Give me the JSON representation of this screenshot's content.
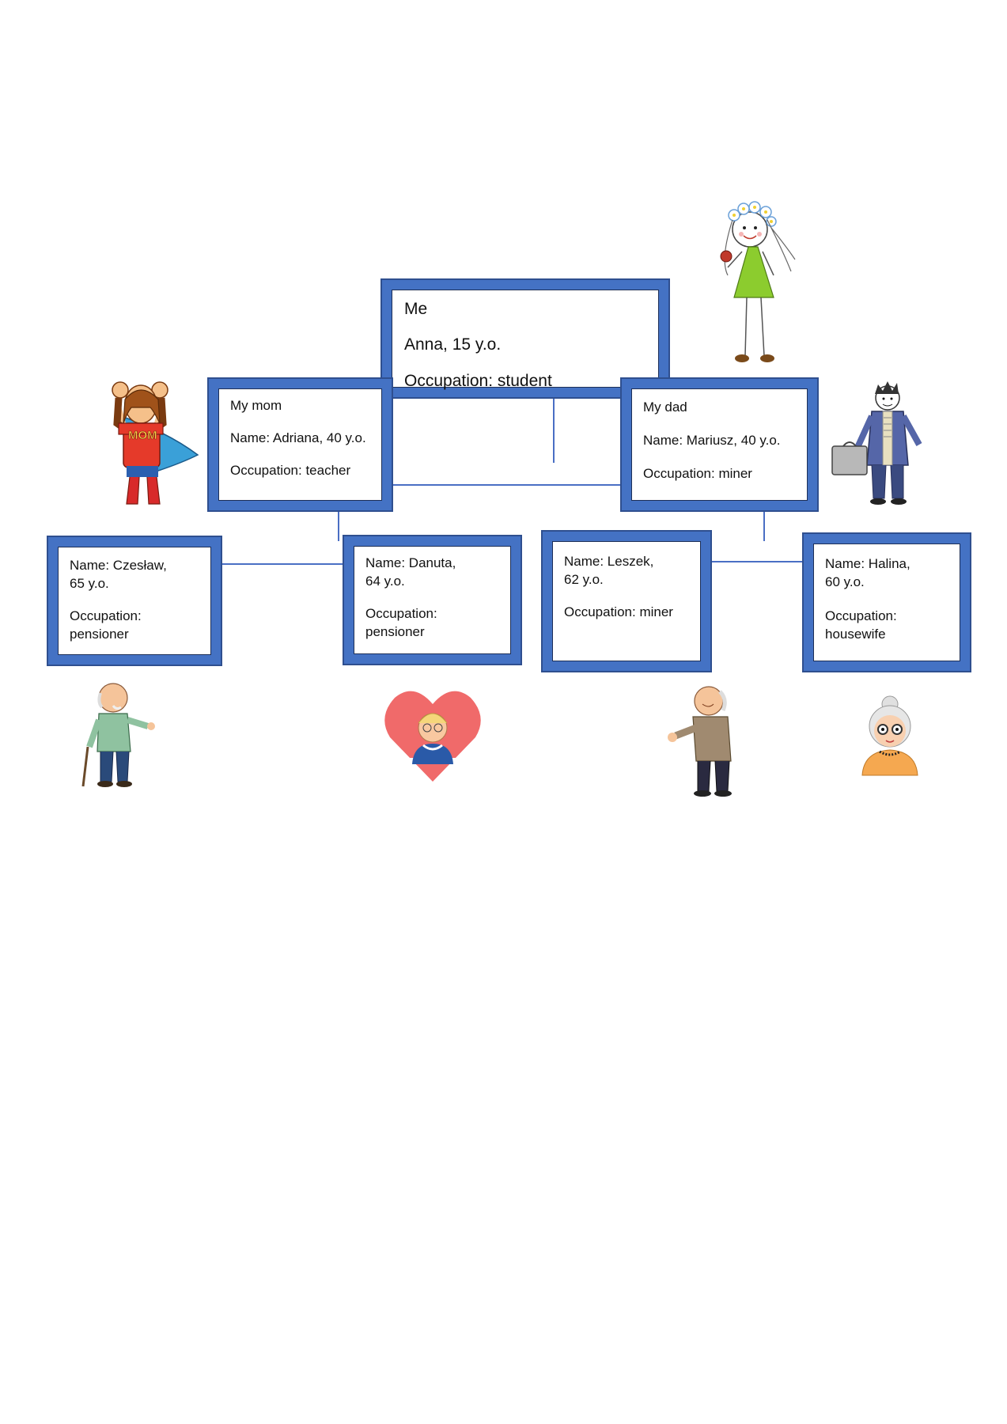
{
  "nodes": {
    "me": {
      "lines": [
        "Me",
        "Anna, 15 y.o.",
        "Occupation: student"
      ]
    },
    "mom": {
      "lines": [
        "My mom",
        "Name: Adriana, 40 y.o.",
        "Occupation: teacher"
      ]
    },
    "dad": {
      "lines": [
        "My dad",
        "Name: Mariusz, 40 y.o.",
        "Occupation: miner"
      ]
    },
    "gp1": {
      "lines": [
        "Name: Czesław,\n65 y.o.",
        "Occupation:\npensioner"
      ]
    },
    "gp2": {
      "lines": [
        "Name: Danuta,\n64 y.o.",
        "Occupation:\npensioner"
      ]
    },
    "gp3": {
      "lines": [
        "Name: Leszek,\n62 y.o.",
        "Occupation: miner"
      ]
    },
    "gp4": {
      "lines": [
        "Name: Halina,\n60 y.o.",
        "Occupation:\nhousewife"
      ]
    }
  },
  "badges": {
    "mom_chest": "MOM"
  },
  "icons": [
    "girl-illustration",
    "supermom-illustration",
    "dad-illustration",
    "grandpa-cane-illustration",
    "grandma-heart-illustration",
    "grandpa-illustration",
    "grandma-glasses-illustration"
  ],
  "colors": {
    "box_border": "#4472c4",
    "connector": "#4a6fc4"
  }
}
